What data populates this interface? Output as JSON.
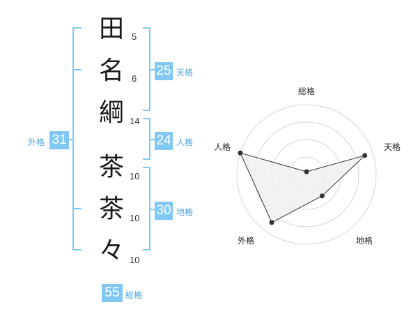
{
  "name_chars": [
    {
      "char": "田",
      "strokes": "5"
    },
    {
      "char": "名",
      "strokes": "6"
    },
    {
      "char": "綱",
      "strokes": "14"
    },
    {
      "char": "茶",
      "strokes": "10"
    },
    {
      "char": "茶",
      "strokes": "10"
    },
    {
      "char": "々",
      "strokes": "10"
    }
  ],
  "fortune": {
    "tenkaku": {
      "value": "25",
      "label": "天格"
    },
    "jinkaku": {
      "value": "24",
      "label": "人格"
    },
    "chikaku": {
      "value": "30",
      "label": "地格"
    },
    "gaikaku": {
      "value": "31",
      "label": "外格"
    },
    "soukaku": {
      "value": "55",
      "label": "総格"
    }
  },
  "colors": {
    "accent": "#81c8f5",
    "bracket": "#81c8f5",
    "radar_fill": "#f0f0f0",
    "radar_line": "#333333"
  },
  "chart_data": {
    "type": "radar",
    "axes": [
      "総格",
      "天格",
      "地格",
      "外格",
      "人格"
    ],
    "values": [
      0.04,
      0.88,
      0.38,
      0.85,
      1.0
    ],
    "rings": 4
  }
}
